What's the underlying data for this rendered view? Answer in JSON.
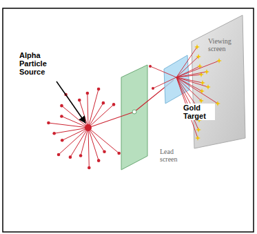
{
  "diagram": {
    "labels": [
      "Alpha Particle Source",
      "Gold Target",
      "Lead screen",
      "Viewing screen"
    ]
  }
}
